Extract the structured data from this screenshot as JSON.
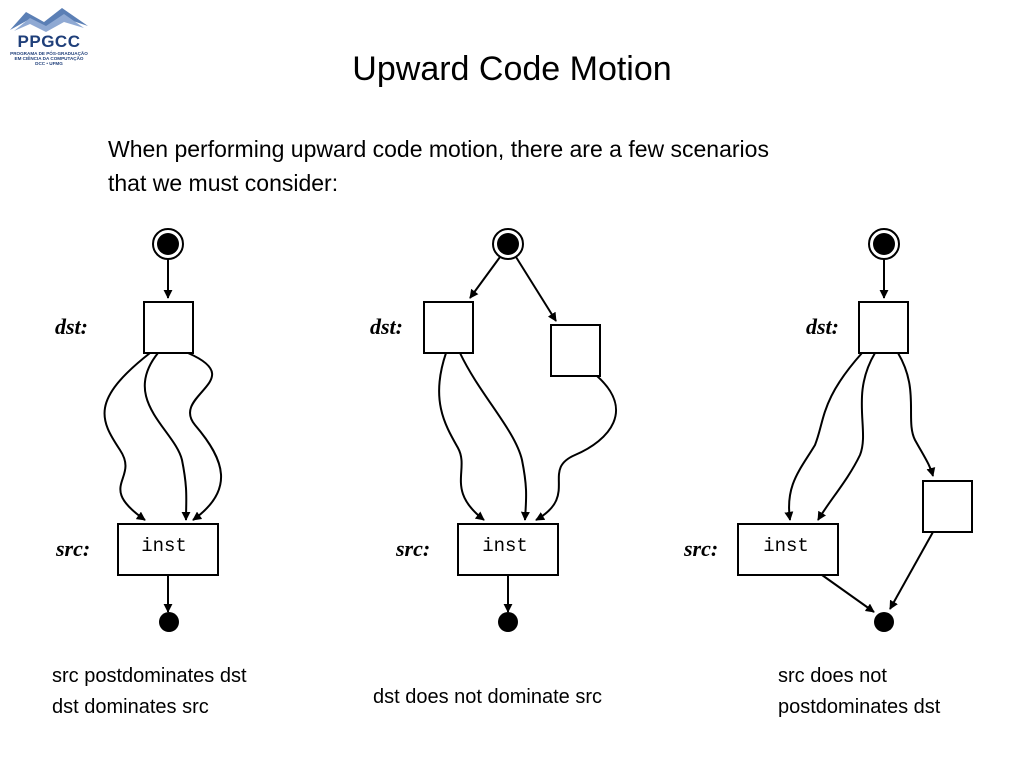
{
  "logo": {
    "name": "PPGCC",
    "line1": "PROGRAMA DE PÓS-GRADUAÇÃO",
    "line2": "EM CIÊNCIA DA COMPUTAÇÃO",
    "line3": "DCC • UFMG"
  },
  "title": "Upward Code Motion",
  "intro": {
    "line1": "When performing upward code motion, there are a few scenarios",
    "line2": "that we must consider:"
  },
  "labels": {
    "dst": "dst:",
    "src": "src:",
    "inst": "inst"
  },
  "scenarios": [
    {
      "caption_line1": "src postdominates dst",
      "caption_line2": "dst dominates src"
    },
    {
      "caption_line1": "dst does not dominate src",
      "caption_line2": ""
    },
    {
      "caption_line1": "src does not",
      "caption_line2": "postdominates dst"
    }
  ]
}
